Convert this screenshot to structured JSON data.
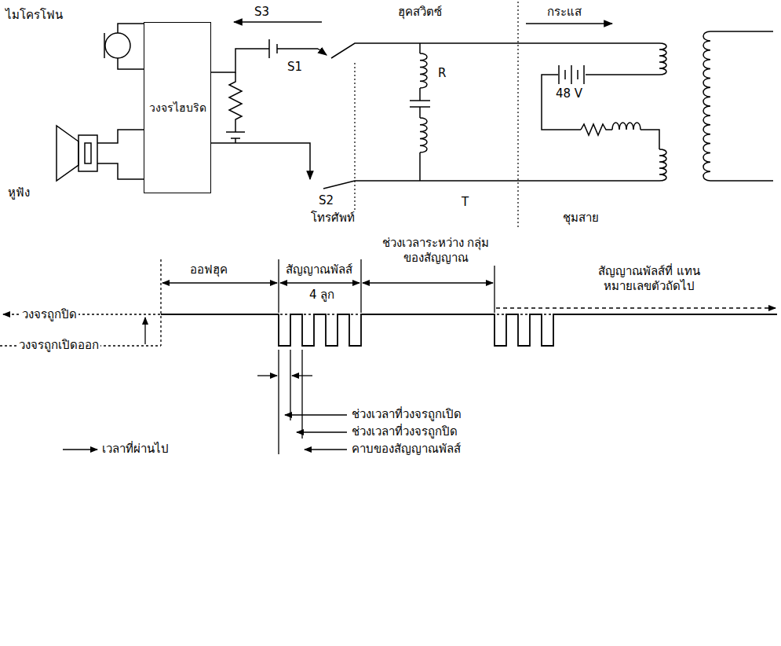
{
  "diagram": {
    "nodes": [
      {
        "text": [
          "วงจรไฮบริด"
        ]
      }
    ],
    "labels": [
      "ไมโครโฟน",
      "หูฟัง",
      "S3",
      "S1",
      "S2",
      "ฮุคสวิตซ์",
      "กระแส",
      "R",
      "T",
      "48 V",
      "โทรศัพท์",
      "ชุมสาย",
      "ออฟฮุค",
      "สัญญาณพัลส์",
      "4 ลูก",
      "ช่วงเวลาระหว่าง กลุ่มของสัญญาณ",
      "สัญญาณพัลส์ที่ แทนหมายเลขตัวถัดไป",
      "วงจรถูกปิด",
      "วงจรถูกเปิดออก",
      "ช่วงเวลาที่วงจรถูกเปิด",
      "ช่วงเวลาที่วงจรถูกปิด",
      "คาบของสัญญาณพัลส์",
      "เวลาที่ผ่านไป"
    ]
  }
}
